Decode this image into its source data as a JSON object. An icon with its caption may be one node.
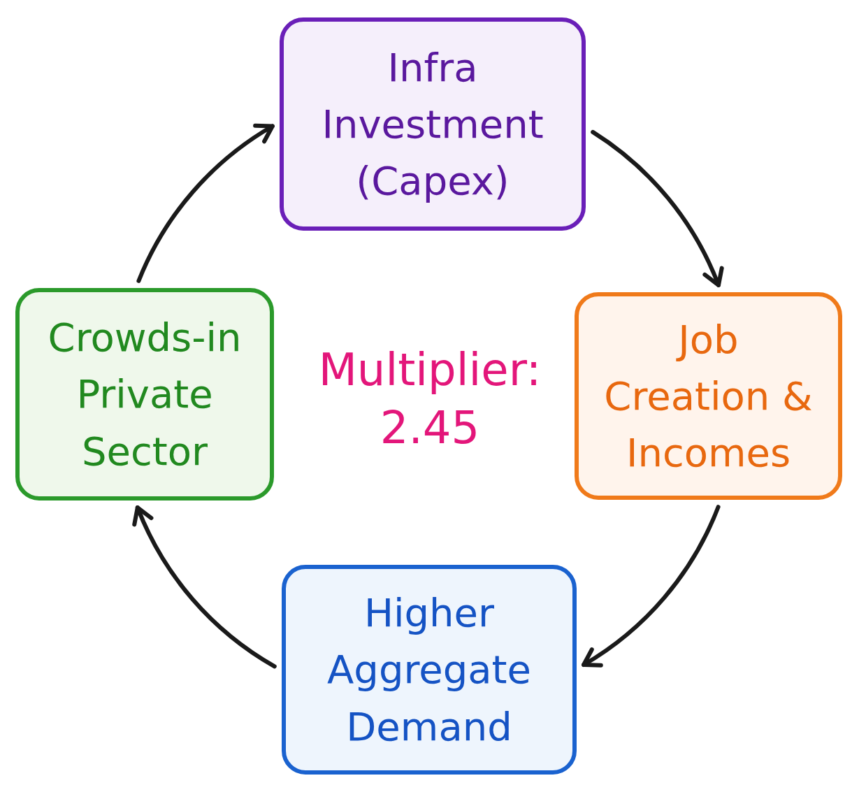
{
  "diagram": {
    "nodes": [
      {
        "text": [
          "Infra Investment (Capex)"
        ]
      },
      {
        "text": [
          "Job Creation & Incomes"
        ]
      },
      {
        "text": [
          "Higher Aggregate Demand"
        ]
      },
      {
        "text": [
          "Crowds-in Private Sector"
        ]
      }
    ],
    "edges": [
      {
        "from": 0,
        "to": 1,
        "arrow": "to"
      },
      {
        "from": 1,
        "to": 2,
        "arrow": "to"
      },
      {
        "from": 2,
        "to": 3,
        "arrow": "to"
      },
      {
        "from": 3,
        "to": 0,
        "arrow": "to"
      }
    ],
    "labels": [
      "Multiplier: 2.45"
    ]
  }
}
